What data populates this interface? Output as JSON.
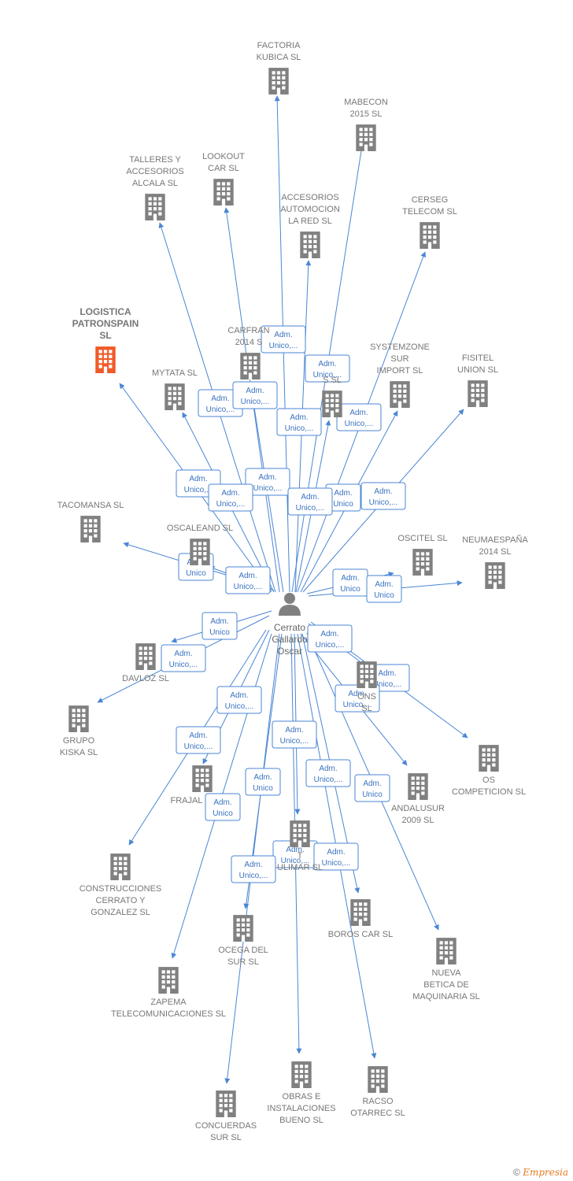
{
  "center": {
    "name_lines": [
      "Cerrato",
      "Gallardo",
      "Oscar"
    ],
    "icon": "person-icon",
    "color": "#808080"
  },
  "edge_color": "#4a86d4",
  "building_color": "#808080",
  "highlight_color": "#f05a28",
  "companies": [
    {
      "id": "factoria-kubica",
      "lines": [
        "FACTORIA",
        "KUBICA SL"
      ]
    },
    {
      "id": "mabecon",
      "lines": [
        "MABECON",
        "2015  SL"
      ]
    },
    {
      "id": "talleres",
      "lines": [
        "TALLERES Y",
        "ACCESORIOS",
        "ALCALA SL"
      ]
    },
    {
      "id": "lookout",
      "lines": [
        "LOOKOUT",
        "CAR SL"
      ]
    },
    {
      "id": "accesorios-red",
      "lines": [
        "ACCESORIOS",
        "AUTOMOCION",
        "LA RED SL"
      ]
    },
    {
      "id": "cerseg",
      "lines": [
        "CERSEG",
        "TELECOM  SL"
      ]
    },
    {
      "id": "logistica",
      "lines": [
        "LOGISTICA",
        "PATRONSPAIN",
        "SL"
      ],
      "highlight": true
    },
    {
      "id": "carfran",
      "lines": [
        "CARFRAN",
        "2014  S"
      ]
    },
    {
      "id": "systemzone",
      "lines": [
        "SYSTEMZONE",
        "SUR",
        "IMPORT SL"
      ]
    },
    {
      "id": "fisitel",
      "lines": [
        "FISITEL",
        "UNION  SL"
      ]
    },
    {
      "id": "mytata",
      "lines": [
        "MYTATA  SL"
      ]
    },
    {
      "id": "s-sl",
      "lines": [
        "S         SL"
      ]
    },
    {
      "id": "tacomansa",
      "lines": [
        "TACOMANSA SL"
      ]
    },
    {
      "id": "oscaleand",
      "lines": [
        "OSCALEAND  SL"
      ]
    },
    {
      "id": "oscitel",
      "lines": [
        "OSCITEL  SL"
      ]
    },
    {
      "id": "neumaespana",
      "lines": [
        "NEUMAESPAÑA",
        "2014  SL"
      ]
    },
    {
      "id": "davloz",
      "lines": [
        "DAVLOZ  SL"
      ]
    },
    {
      "id": "ons",
      "lines": [
        "ONS",
        "SL"
      ]
    },
    {
      "id": "grupo-kiska",
      "lines": [
        "GRUPO",
        "KISKA SL"
      ]
    },
    {
      "id": "os-competicion",
      "lines": [
        "OS",
        "COMPETICION SL"
      ]
    },
    {
      "id": "frajal",
      "lines": [
        "FRAJAL"
      ]
    },
    {
      "id": "andalusur",
      "lines": [
        "ANDALUSUR",
        "2009 SL"
      ]
    },
    {
      "id": "construcciones",
      "lines": [
        "CONSTRUCCIONES",
        "CERRATO Y",
        "GONZALEZ  SL"
      ]
    },
    {
      "id": "tulimar",
      "lines": [
        "T",
        "ULIMAR  SL"
      ]
    },
    {
      "id": "ocega",
      "lines": [
        "OCEGA DEL",
        "SUR SL"
      ]
    },
    {
      "id": "boros",
      "lines": [
        "BOROS CAR SL"
      ]
    },
    {
      "id": "nueva-betica",
      "lines": [
        "NUEVA",
        "BETICA DE",
        "MAQUINARIA SL"
      ]
    },
    {
      "id": "zapema",
      "lines": [
        "ZAPEMA",
        "TELECOMUNICACIONES SL"
      ]
    },
    {
      "id": "obras",
      "lines": [
        "OBRAS E",
        "INSTALACIONES",
        "BUENO  SL"
      ]
    },
    {
      "id": "racso",
      "lines": [
        "RACSO",
        "OTARREC SL"
      ]
    },
    {
      "id": "concuerdas",
      "lines": [
        "CONCUERDAS",
        "SUR  SL"
      ]
    }
  ],
  "role_labels": {
    "adm_unico_trunc": [
      "Adm.",
      "Unico,..."
    ],
    "adm_unico": [
      "Adm.",
      "Unico"
    ]
  },
  "footer": {
    "copyright": "©",
    "brand": "Empresia"
  }
}
